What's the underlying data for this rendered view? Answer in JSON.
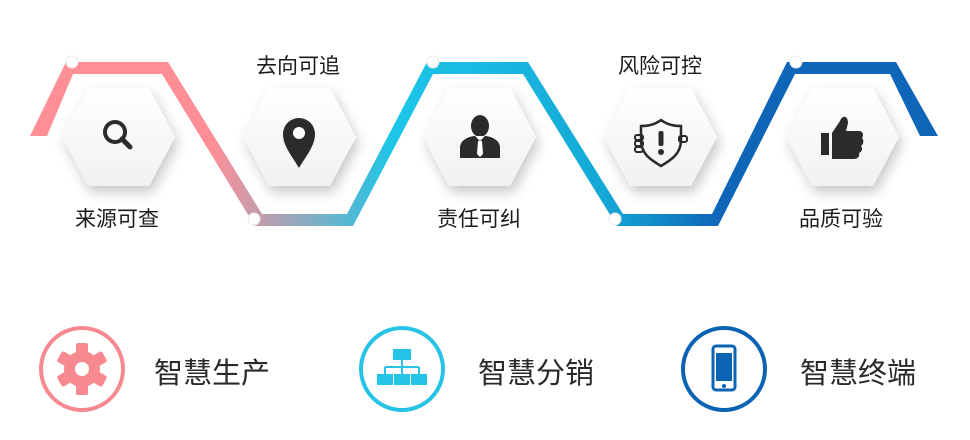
{
  "steps": [
    {
      "label": "来源可查",
      "icon": "search-icon"
    },
    {
      "label": "去向可追",
      "icon": "location-pin-icon"
    },
    {
      "label": "责任可纠",
      "icon": "person-icon"
    },
    {
      "label": "风险可控",
      "icon": "shield-alert-icon"
    },
    {
      "label": "品质可验",
      "icon": "thumbs-up-icon"
    }
  ],
  "features": [
    {
      "label": "智慧生产",
      "icon": "gear-icon",
      "color": "#f78a91"
    },
    {
      "label": "智慧分销",
      "icon": "org-chart-icon",
      "color": "#25c3e6"
    },
    {
      "label": "智慧终端",
      "icon": "smartphone-icon",
      "color": "#0b63b3"
    }
  ],
  "colors": {
    "pink": "#ff8f96",
    "cyan": "#1cc6e8",
    "blue": "#0f66b8",
    "icon": "#2b2b2b"
  }
}
